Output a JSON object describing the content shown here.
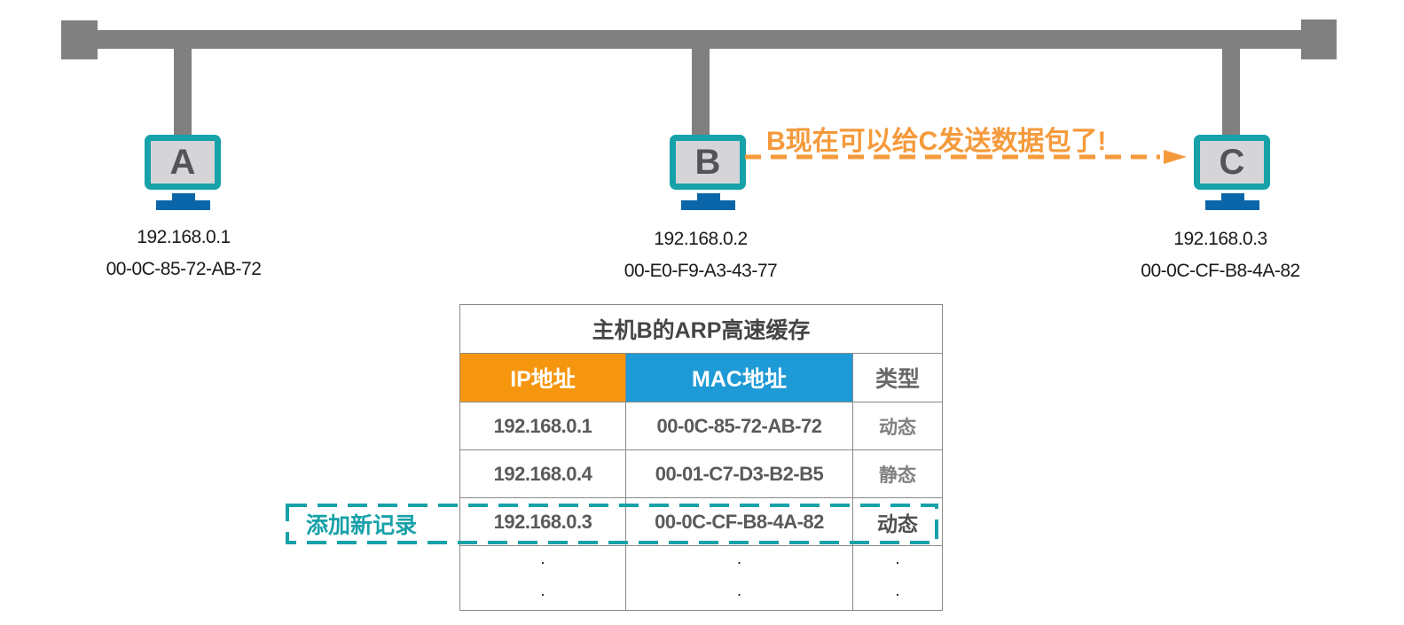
{
  "network": {
    "bus_color": "#808080",
    "hosts": [
      {
        "letter": "A",
        "ip": "192.168.0.1",
        "mac": "00-0C-85-72-AB-72"
      },
      {
        "letter": "B",
        "ip": "192.168.0.2",
        "mac": "00-E0-F9-A3-43-77"
      },
      {
        "letter": "C",
        "ip": "192.168.0.3",
        "mac": "00-0C-CF-B8-4A-82"
      }
    ]
  },
  "message": {
    "text": "B现在可以给C发送数据包了!",
    "color": "#F59A3B",
    "from": "B",
    "to": "C"
  },
  "arp_table": {
    "title": "主机B的ARP高速缓存",
    "headers": {
      "ip": "IP地址",
      "mac": "MAC地址",
      "type": "类型"
    },
    "header_colors": {
      "ip": "#F6960E",
      "mac": "#1E9AD6"
    },
    "rows": [
      {
        "ip": "192.168.0.1",
        "mac": "00-0C-85-72-AB-72",
        "type": "动态"
      },
      {
        "ip": "192.168.0.4",
        "mac": "00-01-C7-D3-B2-B5",
        "type": "静态"
      },
      {
        "ip": "192.168.0.3",
        "mac": "00-0C-CF-B8-4A-82",
        "type": "动态"
      }
    ],
    "ellipsis": {
      "col1": "·\n·",
      "dot": "·"
    },
    "new_record_label": "添加新记录",
    "highlight_color": "#17A1A8"
  }
}
